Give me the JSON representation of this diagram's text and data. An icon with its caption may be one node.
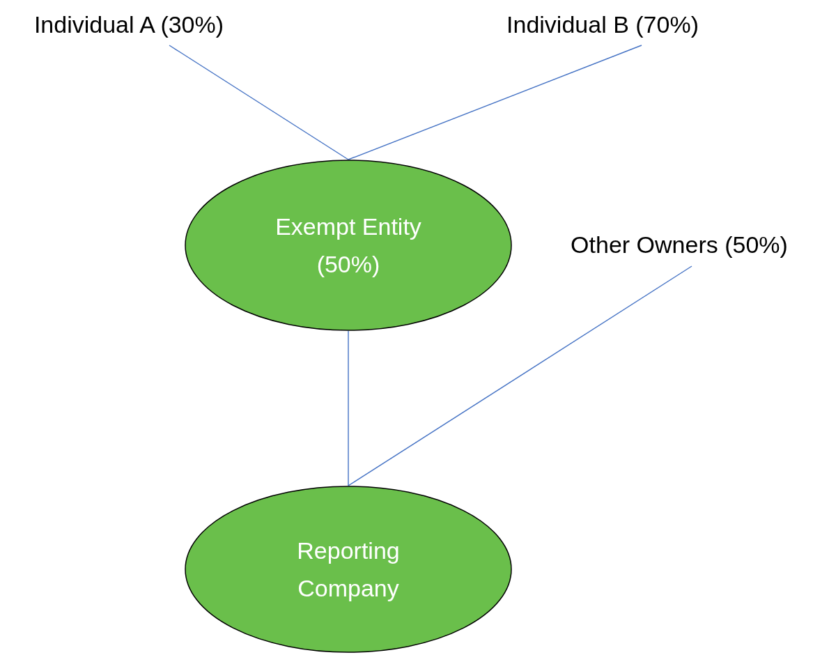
{
  "diagram": {
    "nodes": [
      {
        "text": [
          "Individual A (30%)"
        ]
      },
      {
        "text": [
          "Individual B (70%)"
        ]
      },
      {
        "text": [
          "Exempt Entity (50%)"
        ]
      },
      {
        "text": [
          "Other Owners (50%)"
        ]
      },
      {
        "text": [
          "Reporting Company"
        ]
      }
    ],
    "edges": [
      {
        "from": 0,
        "to": 2,
        "arrow": "none"
      },
      {
        "from": 1,
        "to": 2,
        "arrow": "none"
      },
      {
        "from": 2,
        "to": 4,
        "arrow": "none"
      },
      {
        "from": 3,
        "to": 4,
        "arrow": "none"
      }
    ]
  }
}
